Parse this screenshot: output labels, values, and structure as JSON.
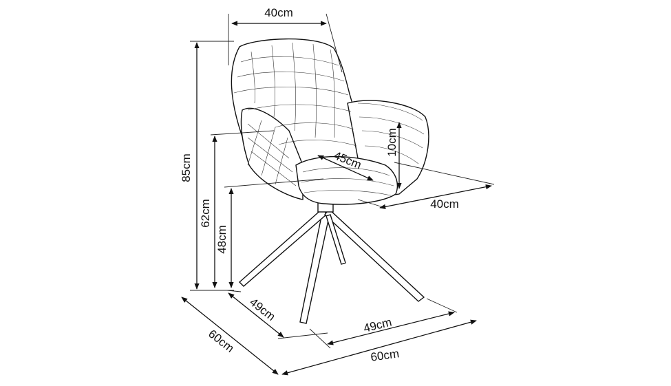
{
  "diagram": {
    "stroke_color": "#111111",
    "background": "#ffffff",
    "dimensions": {
      "top_width": "40cm",
      "total_height": "85cm",
      "armrest_height": "62cm",
      "seat_height": "48cm",
      "seat_depth": "45cm",
      "armrest_above_seat": "10cm",
      "seat_width": "40cm",
      "base_depth": "49cm",
      "base_width": "49cm",
      "footprint_depth": "60cm",
      "footprint_width": "60cm"
    }
  }
}
